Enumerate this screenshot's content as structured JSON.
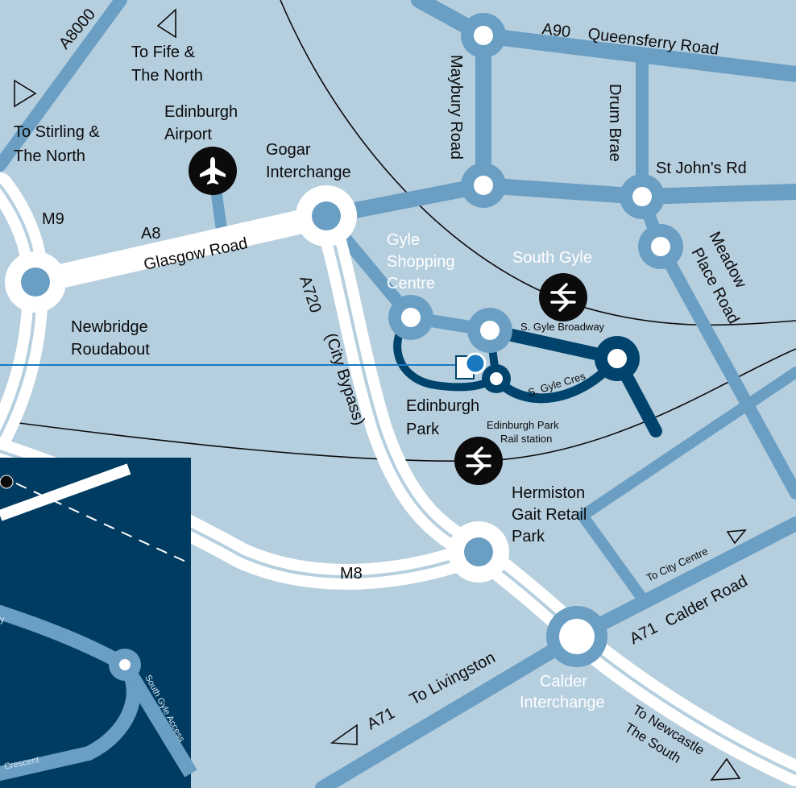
{
  "colors": {
    "background": "#b6cfdf",
    "road": "#6a9ec3",
    "road_dark": "#00446d",
    "motorway": "#ffffff",
    "inset_bg": "#003c62",
    "location_marker": "#1879c0",
    "rail_line": "#0b0b0b"
  },
  "icons": {
    "airport": "airplane-icon",
    "rail": "rail-double-arrow-icon",
    "direction": "triangle-outline-icon",
    "location": "location-dot-icon"
  },
  "labels": {
    "a8000": "A8000",
    "to_fife": "To Fife &",
    "to_fife_2": "The North",
    "to_stirling": "To Stirling &",
    "to_stirling_2": "The North",
    "edinburgh_airport": "Edinburgh",
    "edinburgh_airport_2": "Airport",
    "gogar": "Gogar",
    "gogar_2": "Interchange",
    "m9": "M9",
    "a8": "A8",
    "glasgow_road": "Glasgow Road",
    "newbridge": "Newbridge",
    "newbridge_2": "Roudabout",
    "a720": "A720",
    "city_bypass": "(City Bypass)",
    "a90": "A90",
    "queensferry_road": "Queensferry Road",
    "maybury_road": "Maybury Road",
    "drum_brae": "Drum Brae",
    "st_johns_rd": "St John's Rd",
    "meadow": "Meadow",
    "place_road": "Place Road",
    "gyle": "Gyle",
    "shopping": "Shopping",
    "centre": "Centre",
    "south_gyle": "South Gyle",
    "s_gyle_broadway": "S. Gyle Broadway",
    "s_gyle_cres": "S. Gyle Cres",
    "edinburgh_park": "Edinburgh",
    "edinburgh_park_2": "Park",
    "edinburgh_park_rail": "Edinburgh Park",
    "rail_station": "Rail station",
    "hermiston": "Hermiston",
    "hermiston_2": "Gait Retail",
    "hermiston_3": "Park",
    "m8": "M8",
    "to_city_centre": "To City Centre",
    "a71": "A71",
    "calder_road": "Calder Road",
    "to_livingston": "To Livingston",
    "a71_2": "A71",
    "calder": "Calder",
    "calder_interchange": "Interchange",
    "to_newcastle": "To Newcastle",
    "the_south": "The South",
    "inset_y": "y",
    "inset_south_gyle_access": "South Gyle Access",
    "inset_crescent": "Crescent"
  }
}
